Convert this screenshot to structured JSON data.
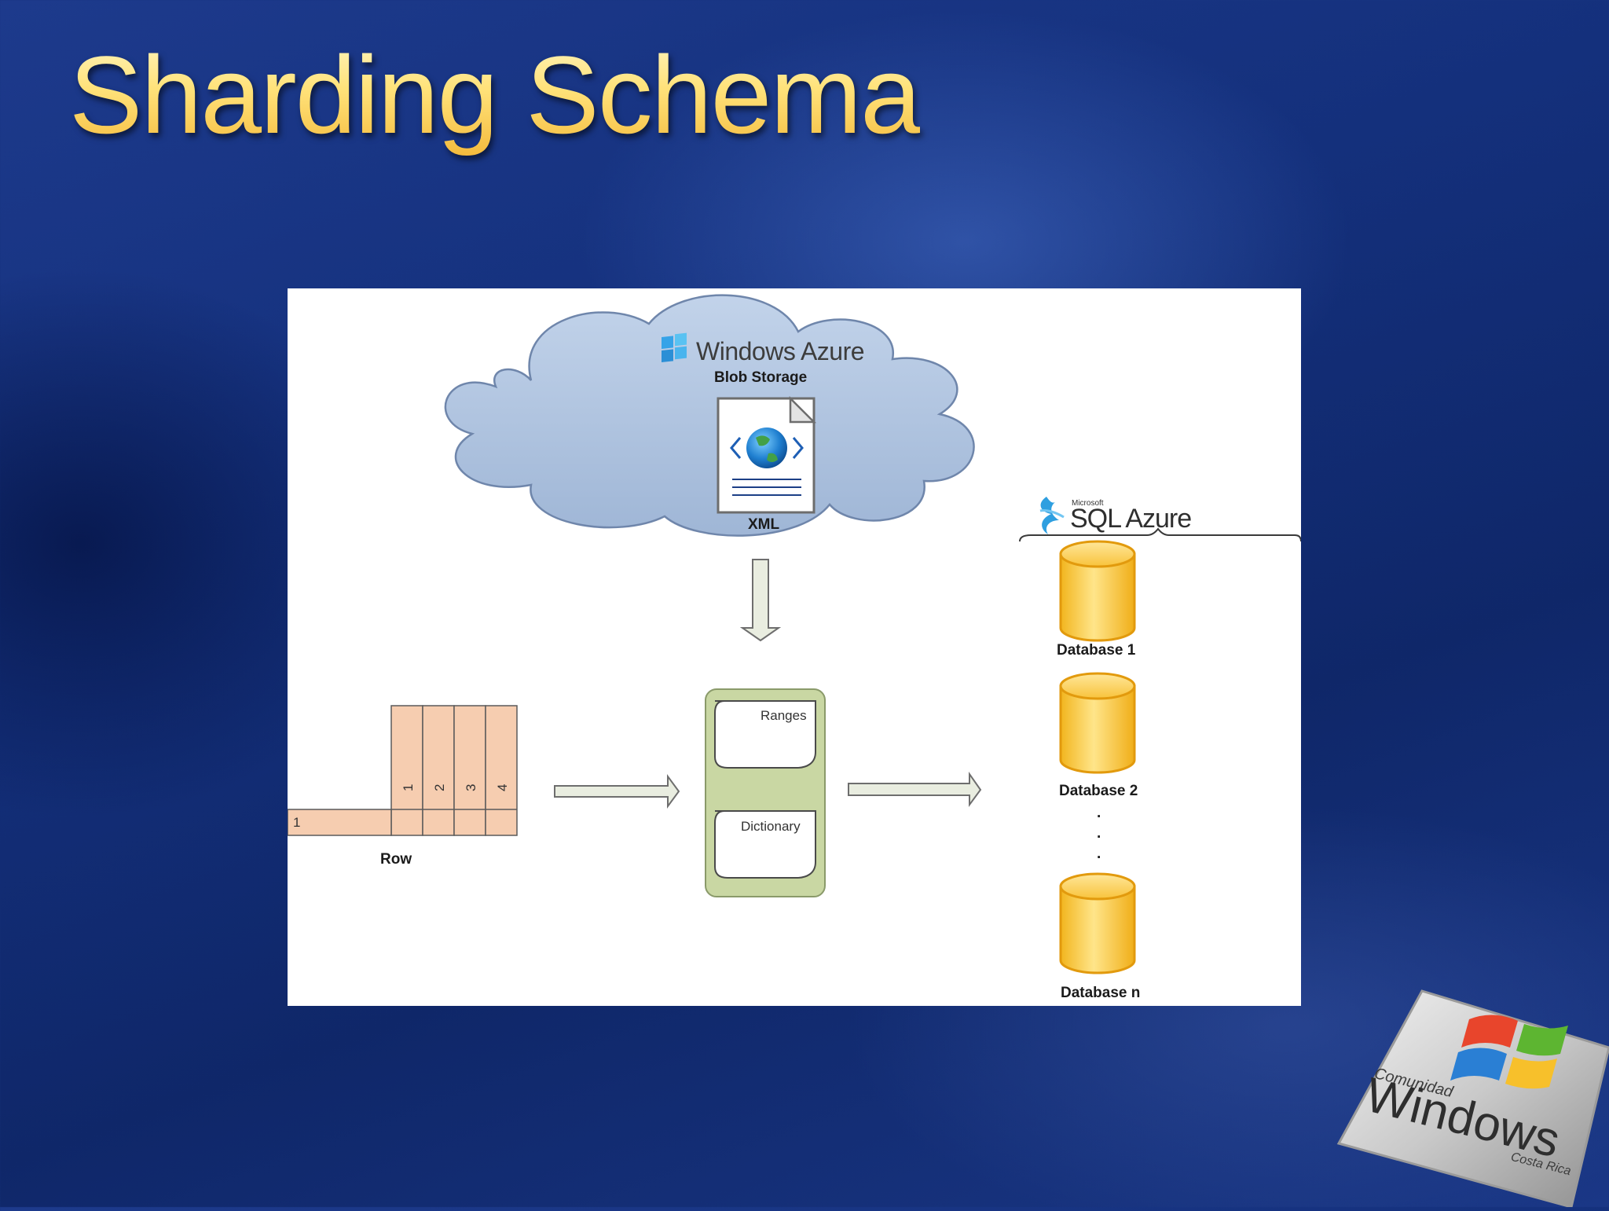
{
  "slide": {
    "title": "Sharding Schema"
  },
  "diagram": {
    "cloud": {
      "brand": "Windows Azure",
      "service": "Blob Storage",
      "document_label": "XML"
    },
    "sql_azure": {
      "vendor": "Microsoft",
      "product": "SQL Azure"
    },
    "table": {
      "column_numbers": [
        "1",
        "2",
        "3",
        "4"
      ],
      "row_number": "1",
      "label": "Row"
    },
    "shard_map": {
      "ranges_label": "Ranges",
      "dictionary_label": "Dictionary"
    },
    "databases": [
      {
        "label": "Database 1"
      },
      {
        "label": "Database 2"
      },
      {
        "label": "Database n"
      }
    ],
    "ellipsis": [
      "·",
      "·",
      "·"
    ]
  },
  "corner_logo": {
    "line1": "Comunidad",
    "line2": "Windows",
    "line3": "Costa Rica"
  },
  "colors": {
    "title_gold": "#ffd95a",
    "cloud_fill": "#a9bfdc",
    "cloud_stroke": "#6f86ab",
    "table_fill": "#f6cdb0",
    "map_fill": "#c9d7a3",
    "arrow_fill": "#e9ede0",
    "db_fill": "#f9c43c"
  }
}
